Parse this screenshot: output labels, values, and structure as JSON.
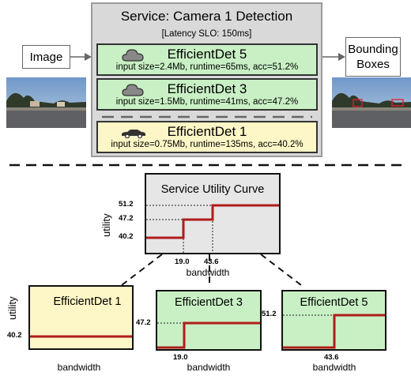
{
  "service": {
    "title": "Service: Camera 1 Detection",
    "slo": "[Latency SLO: 150ms]",
    "models": [
      {
        "name": "EfficientDet 5",
        "spec": "input size=2.4Mb, runtime=65ms, acc=51.2%",
        "location": "cloud"
      },
      {
        "name": "EfficientDet 3",
        "spec": "input size=1.5Mb, runtime=41ms, acc=47.2%",
        "location": "cloud"
      },
      {
        "name": "EfficientDet 1",
        "spec": "input size=0.75Mb, runtime=135ms, acc=40.2%",
        "location": "edge"
      }
    ]
  },
  "input_label": "Image",
  "output_label": "Bounding Boxes",
  "colors": {
    "cloud_fill": "#c8f0c4",
    "edge_fill": "#fdf6c6",
    "curve": "#b01c1c",
    "service_fill": "#d9d9d9"
  },
  "utility_curve": {
    "title": "Service Utility Curve",
    "ylabel": "utility",
    "xlabel": "bandwidth",
    "y_ticks": [
      "51.2",
      "47.2",
      "40.2"
    ],
    "x_ticks": [
      "19.0",
      "43.6"
    ]
  },
  "model_plots": [
    {
      "title": "EfficientDet 1",
      "ylabel": "utility",
      "xlabel": "bandwidth",
      "y_tick": "40.2",
      "x_tick": ""
    },
    {
      "title": "EfficientDet 3",
      "ylabel": "",
      "xlabel": "bandwidth",
      "y_tick": "47.2",
      "x_tick": "19.0"
    },
    {
      "title": "EfficientDet 5",
      "ylabel": "",
      "xlabel": "bandwidth",
      "y_tick": "51.2",
      "x_tick": "43.6"
    }
  ]
}
